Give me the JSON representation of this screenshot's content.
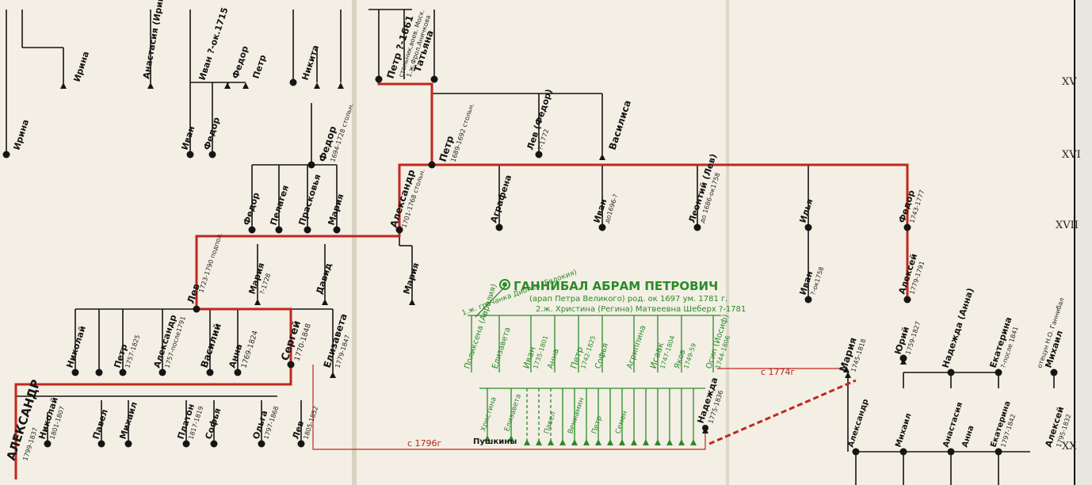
{
  "colors": {
    "paper": "#f3efe4",
    "ink": "#151515",
    "main_line": "#c2261d",
    "hannibal_branch": "#2b8a2b"
  },
  "centuries": [
    "XV",
    "XVI",
    "XVII",
    "XX"
  ],
  "top_names": {
    "petr": "Петр ?-1661",
    "petr_note1": "стольник,воев. Моск.",
    "petr_note2": "1.ж.Фрол.Аничкова",
    "tatiana": "Татьяна",
    "irina_top": "Ирина",
    "anastasia": "Анастасия (Ирина)",
    "ivan_top": "Иван ?-ок.1715",
    "nikita": "Никита",
    "fedor_top": "Федор",
    "petr_top": "Петр",
    "vasilisa": "Василиса",
    "irina_left": "Ирина"
  },
  "mid_names": {
    "petr2": "Петр",
    "petr2_dates": "1689-1692 стольн.",
    "lev_fedor": "Лев (Федор)",
    "lev_fedor_dates": "?-1772",
    "fedor": "Федор",
    "fedor_dates": "1694-1728 стольн.",
    "ivan_left": "Иван",
    "fedor_left": "Федор",
    "agrafena": "Аграфена",
    "ivan_mid": "Иван",
    "ivan_mid_dates": "до1696-?",
    "leontiy": "Леонтий (Лев)",
    "leontiy_dates": "до 1686-ок1758",
    "ilya": "Илья",
    "fedor_right": "Федор",
    "fedor_right_dates": "1743-1777",
    "ivan_right": "Иван",
    "ivan_right_dates": "?-ок1758"
  },
  "branch_names": {
    "aleksandr1": "Александр",
    "aleksandr1_dates": "1701-1768 стольн.",
    "maria1": "Мария",
    "fedor3": "Федор",
    "pelageya": "Пелагея",
    "praskovya": "Прасковья",
    "maria2": "Мария",
    "lev": "Лев",
    "lev_dates": "1723-1790 подпол.",
    "maria3": "Мария",
    "maria3_dates": "?-1728",
    "david": "Давид",
    "nikolay": "Николай",
    "petr3": "Петр",
    "petr3_dates": "1757-1825",
    "aleksandr2": "Александр",
    "aleksandr2_dates": "1757-после1791",
    "vasiliy": "Василий",
    "anna": "Анна",
    "anna_dates": "1769-1824",
    "sergey": "Сергей",
    "sergey_dates": "1770-1848",
    "elizaveta": "Елизавета",
    "elizaveta_dates": "1779-1847"
  },
  "bottom_names": {
    "aleksandr_main": "АЛЕКСАНДР",
    "aleksandr_main_dates": "1799-1837",
    "nikolay2": "Николай",
    "nikolay2_dates": "1801-1807",
    "pavel": "Павел",
    "mikhail": "Михаил",
    "platon": "Платон",
    "platon_dates": "1817-1819",
    "sofia": "Софья",
    "olga": "Ольга",
    "olga_dates": "1797-1868",
    "lev2": "Лев",
    "lev2_dates": "1805-1852"
  },
  "hannibal": {
    "title": "ГАННИБАЛ  АБРАМ  ПЕТРОВИЧ",
    "line1": "(арап Петра Великого) род. ок 1697 ум. 1781 г.",
    "line2": "2.ж. Христина (Регина) Матвеевна Шеберх ?-1781",
    "line3": "1.ж. гречанка Диопер (Евдокия)",
    "children": [
      "Поликсена (Аврелия)",
      "Елизавета",
      "Иван",
      "Анна",
      "Петр",
      "Софья",
      "Агриппина",
      "Исаак",
      "Яков",
      "Осип (Иосиф)"
    ],
    "ivan_dates": "1735-1801",
    "petr_dates": "1742-1825",
    "isaak_dates": "1747-1804",
    "yakov_dates": "1749-59",
    "osip_dates": "1744-1806",
    "grandchildren": [
      "Христина",
      "Елизавета",
      "Павел",
      "Вениамин",
      "Петр",
      "Семен"
    ],
    "pushkins": "Пушкины",
    "nadezhda": "Надежда",
    "nadezhda_dates": "1775-1836"
  },
  "right_names": {
    "maria_r": "Мария",
    "maria_r_dates": "1745-1818",
    "aleksey_r": "Алексей",
    "aleksey_r_dates": "1779-1791",
    "yuriy": "Юрий",
    "yuriy_dates": "1759-1827",
    "nadezhda_r": "Надежда (Анна)",
    "ekaterina_r": "Екатерина",
    "ekaterina_r_dates": "?-после 1841",
    "mikhail_r": "Михаил",
    "mikhail_r_note": "отецун Н.О. Ганнибал",
    "aleksandr_r": "Александр",
    "mikhail_r2": "Михаил",
    "anastasia_r": "Анастасия",
    "anna_r": "Анна",
    "ekaterina_r2": "Екатерина",
    "ekaterina_r2_dates": "1797-1842",
    "aleksey_r2": "Алексей",
    "aleksey_r2_dates": "1795-1832"
  },
  "marriage_labels": {
    "m1774": "с 1774г",
    "m1796": "с 1796г"
  }
}
